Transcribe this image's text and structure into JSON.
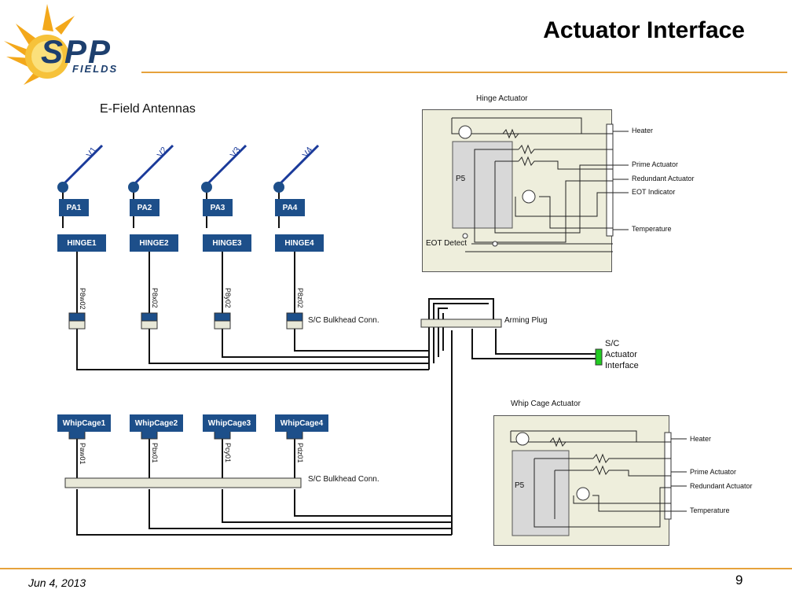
{
  "header": {
    "title": "Actuator Interface"
  },
  "logo": {
    "text": "SPP",
    "subtext": "FIELDS"
  },
  "footer": {
    "date": "Jun 4, 2013",
    "page": "9"
  },
  "efield": {
    "title": "E-Field Antennas",
    "antennas": [
      "V1",
      "V2",
      "V3",
      "V4"
    ],
    "pa": [
      "PA1",
      "PA2",
      "PA3",
      "PA4"
    ],
    "hinges": [
      "HINGE1",
      "HINGE2",
      "HINGE3",
      "HINGE4"
    ],
    "hinge_connectors": [
      "P8w02",
      "P8x02",
      "P8y02",
      "P8z02"
    ],
    "bulkhead": "S/C Bulkhead Conn.",
    "arming_plug": "Arming Plug",
    "sc_interface": "S/C\nActuator\nInterface",
    "sc_color": "#22cc22",
    "box_color": "#1d4f8a"
  },
  "whip": {
    "cages": [
      "WhipCage1",
      "WhipCage2",
      "WhipCage3",
      "WhipCage4"
    ],
    "connectors": [
      "Paw01",
      "Pbx01",
      "Pcy01",
      "Pdz01"
    ],
    "bulkhead": "S/C Bulkhead Conn."
  },
  "hinge_actuator": {
    "title": "Hinge Actuator",
    "p5": "P5",
    "labels": [
      "Heater",
      "Prime Actuator",
      "Redundant Actuator",
      "EOT Indicator",
      "Temperature"
    ],
    "eot_detect": "EOT Detect"
  },
  "whip_actuator": {
    "title": "Whip Cage Actuator",
    "p5": "P5",
    "labels": [
      "Heater",
      "Prime Actuator",
      "Redundant Actuator",
      "Temperature"
    ]
  }
}
